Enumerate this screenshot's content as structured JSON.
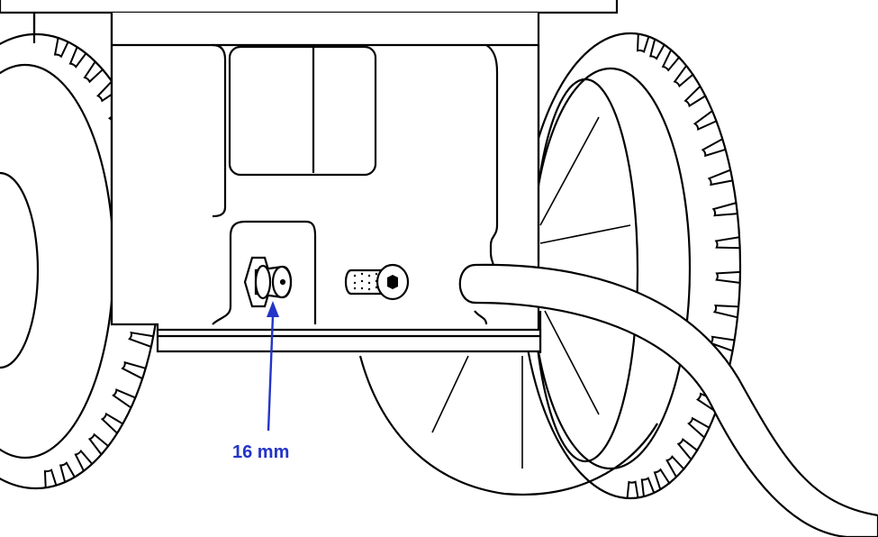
{
  "diagram": {
    "callout": {
      "label": "16 mm",
      "color": "#2334c8"
    },
    "line_color": "#000000",
    "background": "#ffffff",
    "parts": [
      "left-wheel",
      "right-wheel",
      "frame-panel",
      "mounting-bracket",
      "hex-fitting",
      "socket-cap-screw",
      "hose"
    ]
  }
}
